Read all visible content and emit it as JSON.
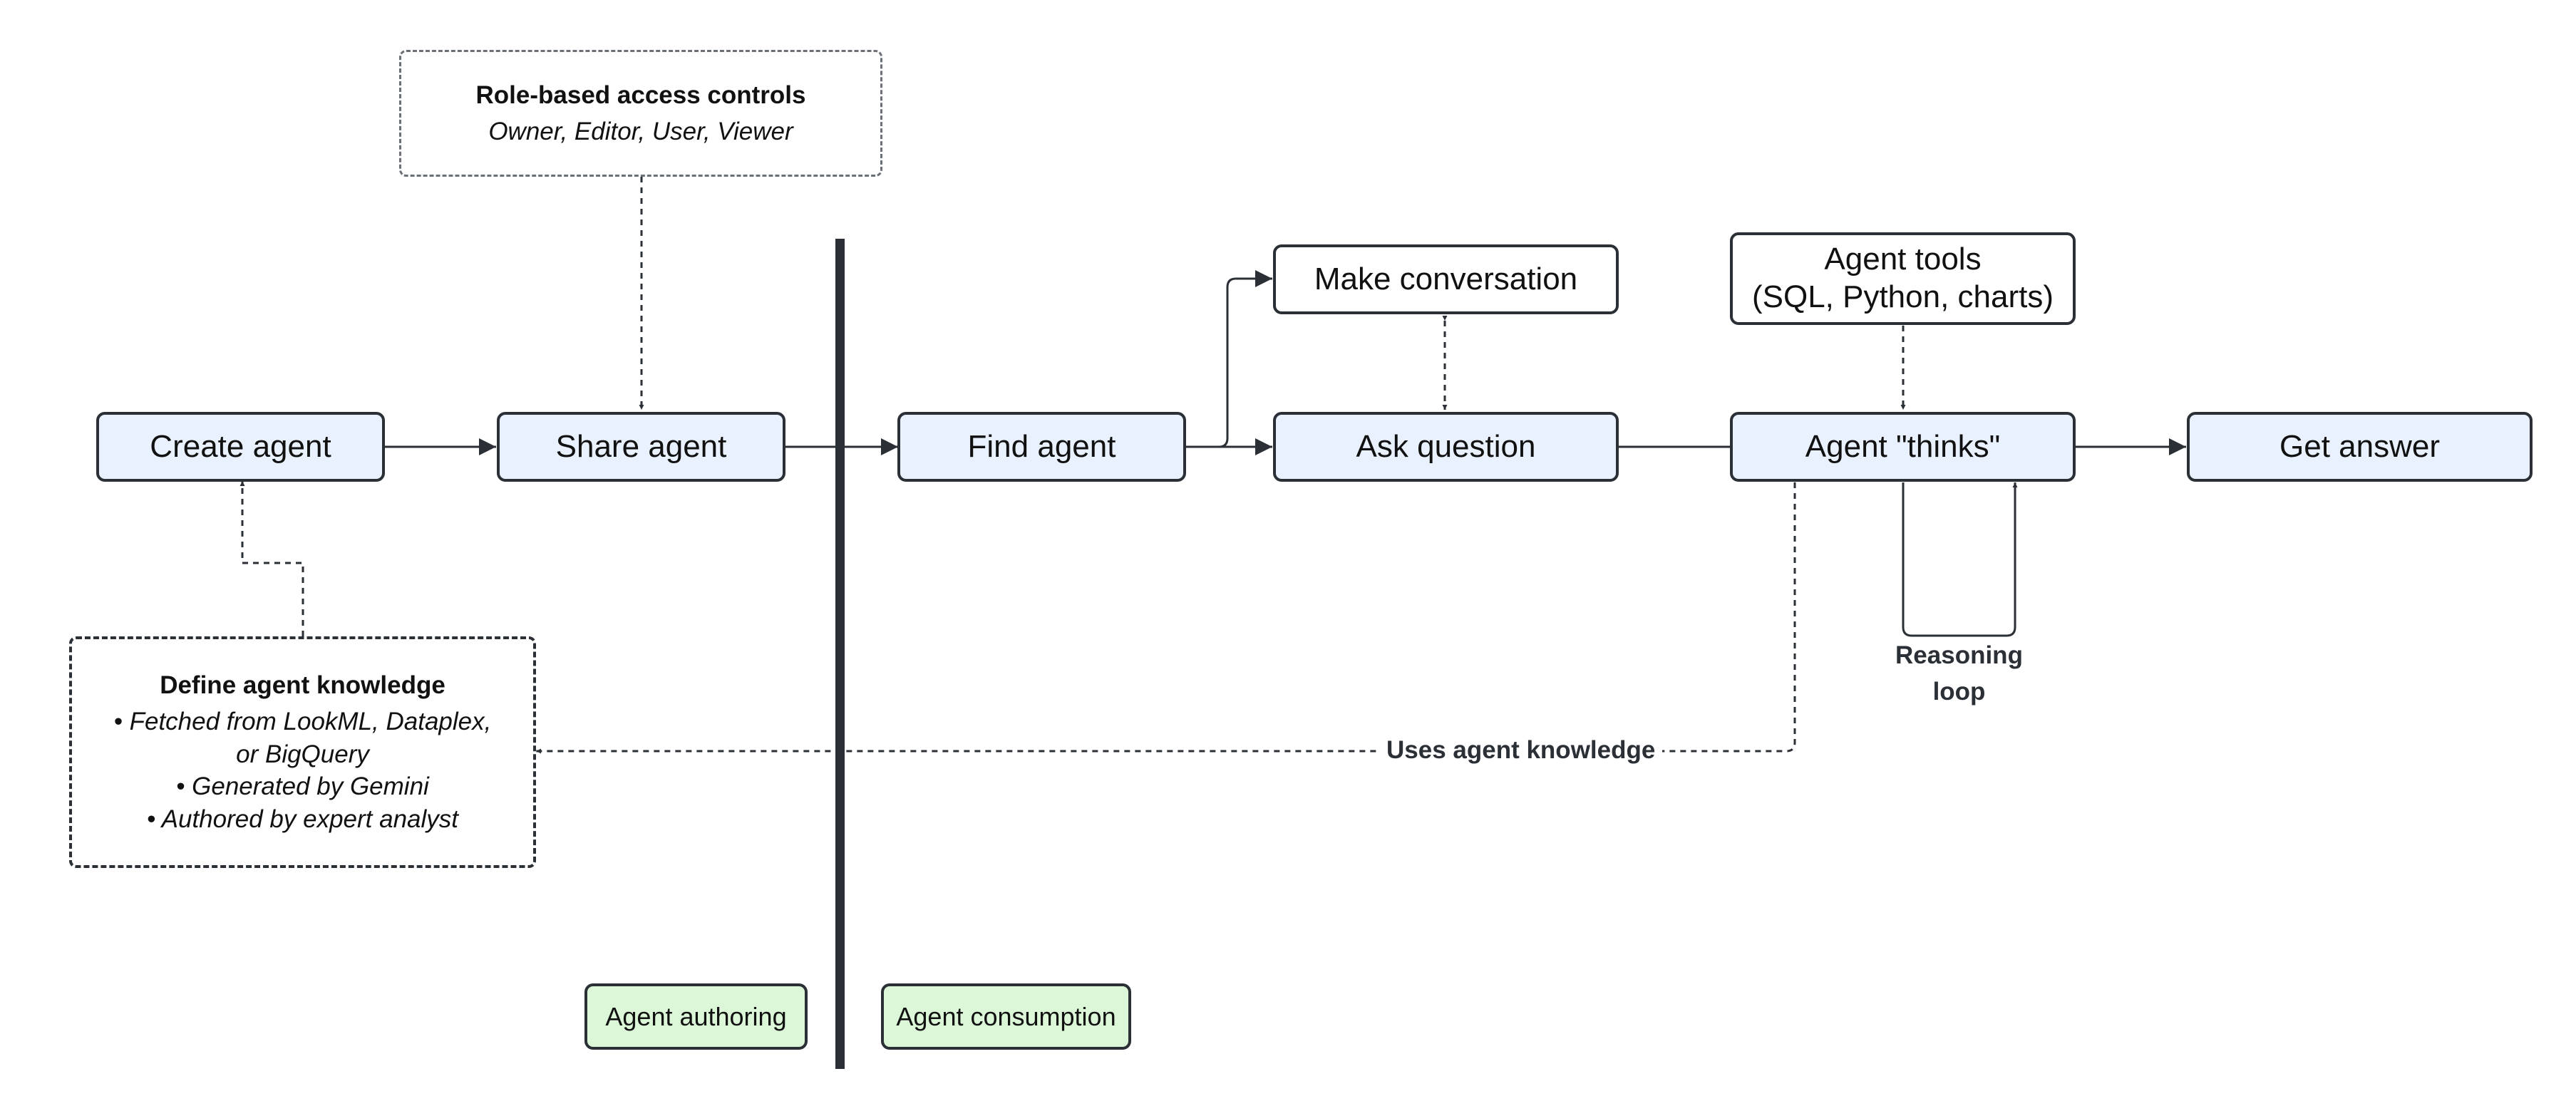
{
  "nodes": {
    "create_agent": "Create agent",
    "share_agent": "Share agent",
    "find_agent": "Find agent",
    "ask_question": "Ask question",
    "agent_thinks": "Agent \"thinks\"",
    "get_answer": "Get answer",
    "make_conversation": "Make conversation",
    "agent_tools_line1": "Agent tools",
    "agent_tools_line2": "(SQL, Python, charts)"
  },
  "access_note": {
    "title": "Role-based access controls",
    "roles": "Owner, Editor, User, Viewer"
  },
  "knowledge_note": {
    "title": "Define agent knowledge",
    "items": [
      "• Fetched from LookML, Dataplex,",
      "or BigQuery",
      "• Generated by Gemini",
      "• Authored by expert analyst"
    ]
  },
  "edge_labels": {
    "uses_knowledge": "Uses agent knowledge",
    "reasoning_line1": "Reasoning",
    "reasoning_line2": "loop"
  },
  "legend": {
    "authoring": "Agent authoring",
    "consumption": "Agent consumption"
  },
  "colors": {
    "process_fill": "#e8f1fd",
    "legend_fill": "#dcf7d8",
    "stroke": "#2b2f36",
    "divider": "#2b2f36"
  }
}
